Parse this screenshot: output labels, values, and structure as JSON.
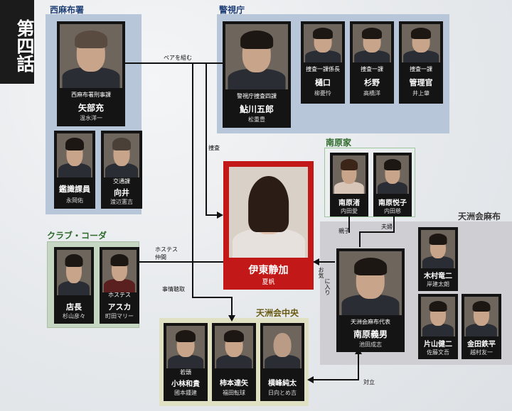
{
  "episode_title": "第四話",
  "groups": {
    "nishiazabu": "西麻布署",
    "keishicho": "警視庁",
    "minamihara": "南原家",
    "tenshu_azabu": "天洲会麻布",
    "club_coda": "クラブ・コーダ",
    "tenshu_chuo": "天洲会中央"
  },
  "characters": {
    "yabe": {
      "role": "西麻布署刑事課",
      "name": "矢部充",
      "actor": "温水洋一"
    },
    "ayukawa": {
      "role": "警視庁捜査四課",
      "name": "鮎川五郎",
      "actor": "松重豊"
    },
    "higuchi": {
      "role": "捜査一課係長",
      "name": "樋口",
      "actor": "柳憂怜"
    },
    "sugino": {
      "role": "捜査一課",
      "name": "杉野",
      "actor": "高橋洋"
    },
    "kanrikan": {
      "role": "捜査一課",
      "name": "管理官",
      "actor": "井上肇"
    },
    "kanshiki": {
      "role": "",
      "name": "鑑識課員",
      "actor": "永岡佑"
    },
    "mukai": {
      "role": "交通課",
      "name": "向井",
      "actor": "渡辺憲吉"
    },
    "ito": {
      "role": "",
      "name": "伊東静加",
      "actor": "夏帆"
    },
    "minamihara_nagisa": {
      "role": "",
      "name": "南原渚",
      "actor": "内田愛"
    },
    "minamihara_etsuko": {
      "role": "",
      "name": "南原悦子",
      "actor": "内田慈"
    },
    "kimura": {
      "role": "",
      "name": "木村竜二",
      "actor": "岸建太朗"
    },
    "minamihara_yoshio": {
      "role": "天洲会麻布代表",
      "name": "南原義男",
      "actor": "池田成志"
    },
    "katayama": {
      "role": "",
      "name": "片山健二",
      "actor": "佐藤文吾"
    },
    "kaneda": {
      "role": "",
      "name": "金田鉄平",
      "actor": "越村友一"
    },
    "tencho": {
      "role": "",
      "name": "店長",
      "actor": "杉山彦々"
    },
    "asuka": {
      "role": "ホステス",
      "name": "アスカ",
      "actor": "町田マリー"
    },
    "kobayashi": {
      "role": "若頭",
      "name": "小林和貴",
      "actor": "國本鍾建"
    },
    "kakimoto": {
      "role": "",
      "name": "柿本達矢",
      "actor": "福田転球"
    },
    "yokomine": {
      "role": "",
      "name": "横峰純太",
      "actor": "日向とめ吉"
    }
  },
  "relations": {
    "pair": "ペアを組む",
    "sousa": "捜査",
    "hostess_nakama_1": "ホステス",
    "hostess_nakama_2": "仲間",
    "jijo": "事情聴取",
    "oyako": "親子",
    "fufu": "夫婦",
    "okiniiri_1": "お気",
    "okiniiri_2": "に入り",
    "tairitsu": "対立"
  },
  "colors": {
    "heroine_frame": "#c21818",
    "police_group": "#b7c6d9",
    "club_group": "#c5d6c2",
    "chuo_group": "#dfe1c2",
    "azabu_group": "#cfcfd3"
  }
}
